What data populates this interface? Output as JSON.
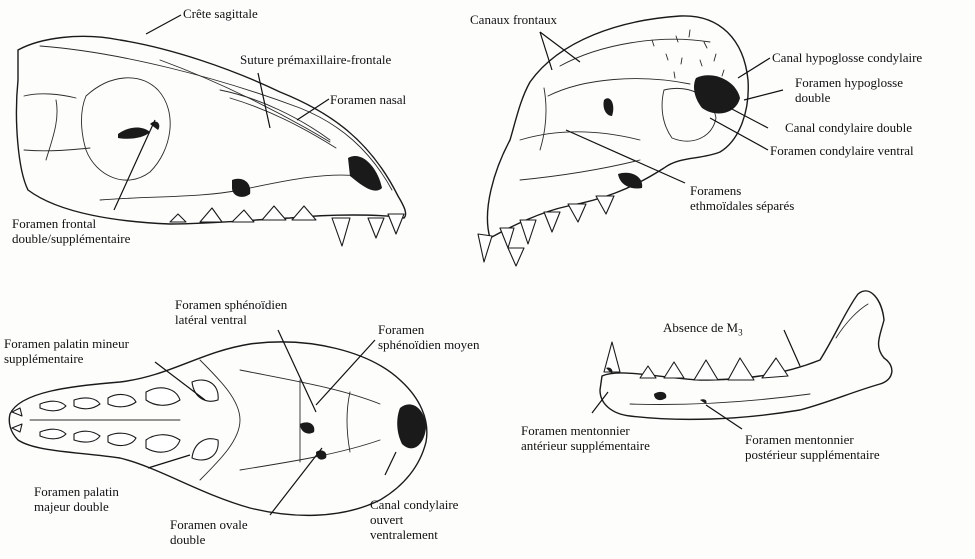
{
  "labels": {
    "crete_sagittale": "Crête sagittale",
    "suture_premaxillaire": "Suture prémaxillaire-frontale",
    "foramen_nasal": "Foramen nasal",
    "foramen_frontal": "Foramen frontal\ndouble/supplémentaire",
    "canaux_frontaux": "Canaux frontaux",
    "canal_hypoglosse_condylaire": "Canal hypoglosse condylaire",
    "foramen_hypoglosse_double": "Foramen hypoglosse\ndouble",
    "canal_condylaire_double": "Canal condylaire double",
    "foramen_condylaire_ventral": "Foramen condylaire ventral",
    "foramens_ethmoidales": "Foramens\nethmoïdales séparés",
    "foramen_sphenoidien_lateral": "Foramen sphénoïdien\nlatéral ventral",
    "foramen_sphenoidien_moyen": "Foramen\nsphénoïdien moyen",
    "foramen_palatin_mineur": "Foramen palatin mineur\nsupplémentaire",
    "foramen_palatin_majeur": "Foramen palatin\nmajeur double",
    "foramen_ovale": "Foramen ovale\ndouble",
    "canal_condylaire_ouvert": "Canal condylaire\nouvert\nventralement",
    "absence_m3_prefix": "Absence de M",
    "absence_m3_sub": "3",
    "foramen_mentonnier_anterieur": "Foramen mentonnier\nantérieur supplémentaire",
    "foramen_mentonnier_posterieur": "Foramen mentonnier\npostérieur supplémentaire"
  }
}
